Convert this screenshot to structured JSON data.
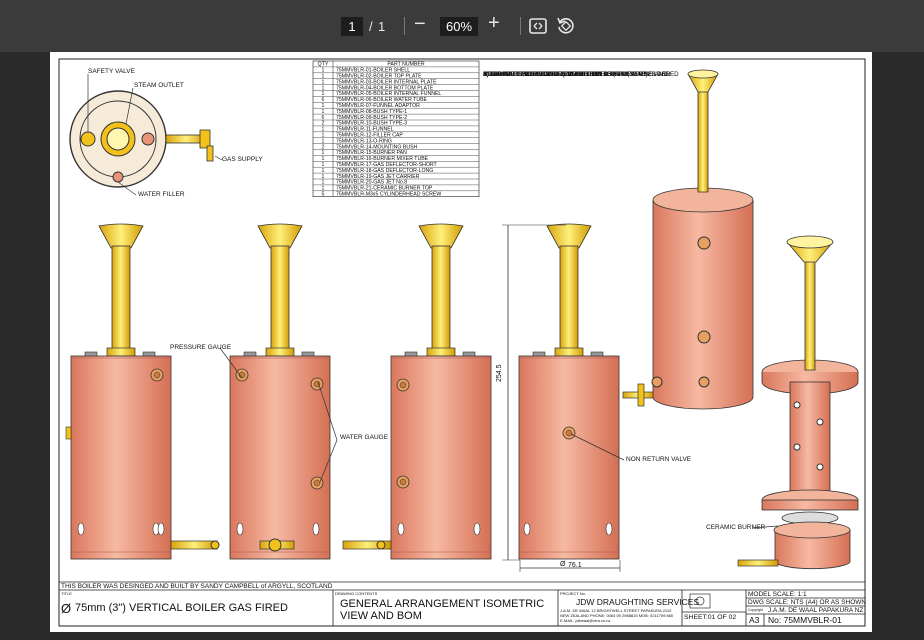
{
  "toolbar": {
    "page_current": "1",
    "page_sep": "/",
    "page_total": "1",
    "zoom_out_label": "−",
    "zoom_value": "60%",
    "zoom_in_label": "+",
    "fit_icon": "fit-page-icon",
    "rotate_icon": "rotate-icon"
  },
  "drawing": {
    "bom_headers": [
      "QTY",
      "PART NUMBER"
    ],
    "bom_rows": [
      [
        "1",
        "75MMVBLR-01-BOILER SHELL"
      ],
      [
        "1",
        "75MMVBLR-02-BOILER TOP PLATE"
      ],
      [
        "1",
        "75MMVBLR-03-BOILER INTERNAL PLATE"
      ],
      [
        "1",
        "75MMVBLR-04-BOILER BOTTOM PLATE"
      ],
      [
        "1",
        "75MMVBLR-05-BOILER INTERNAL FUNNEL"
      ],
      [
        "6",
        "75MMVBLR-06-BOILER WATER TUBE"
      ],
      [
        "1",
        "75MMVBLR-07-FUNNEL ADAPTOR"
      ],
      [
        "1",
        "75MMVBLR-08-BUSH TYPE-1"
      ],
      [
        "6",
        "75MMVBLR-09-BUSH TYPE-2"
      ],
      [
        "2",
        "75MMVBLR-10-BUSH TYPE-3"
      ],
      [
        "1",
        "75MMVBLR-11-FUNNEL"
      ],
      [
        "1",
        "75MMVBLR-12-FILLER CAP"
      ],
      [
        "1",
        "75MMVBLR-13-O-RING"
      ],
      [
        "2",
        "75MMVBLR-14-MOUNTING BUSH"
      ],
      [
        "1",
        "75MMVBLR-15-BURNER PAN"
      ],
      [
        "1",
        "75MMVBLR-16-BURNER MIXER TUBE"
      ],
      [
        "1",
        "75MMVBLR-17-GAS DEFLECTOR-SHORT"
      ],
      [
        "1",
        "75MMVBLR-18-GAS DEFLECTOR-LONG"
      ],
      [
        "1",
        "75MMVBLR-19-GAS JET CARRIER"
      ],
      [
        "1",
        "75MMVBLR-20-GAS JET No.8"
      ],
      [
        "1",
        "75MMVBLR-21-CERAMIC BURNER TOP"
      ],
      [
        "5",
        "75MMVBLR-M3x5 CYLINDERHEAD SCREW"
      ]
    ],
    "notes": [
      "NOTE:",
      "1) ALL PARTS WHICH ARE SUBJECT TO HIGH PRESSURES AND",
      "HIGH HEAT SHOULD BE HARD SOLDERED OR SILVER SOLDERED",
      "2) MAXIMUM WORKING PRESSURE 60PSIG (4BAR",
      "3) TYPICAL USED WORKING PRESSURE 45PSIG (3BAR)",
      "4) CONSULT YOUR LOCAL STEAM BOILER REGULATIONS AND",
      "STEAM BOILER TESTS REQUIREMENTS"
    ],
    "callouts": {
      "safety_valve": "SAFETY VALVE",
      "steam_outlet": "STEAM OUTLET",
      "gas_supply": "GAS SUPPLY",
      "water_filler": "WATER FILLER",
      "pressure_gauge": "PRESSURE GAUGE",
      "water_gauge": "WATER GAUGE",
      "non_return_valve": "NON RETURN VALVE",
      "ceramic_burner": "CERAMIC BURNER"
    },
    "dimensions": {
      "height": "254.5",
      "diameter": "76.1",
      "diameter_symbol": "Ø"
    },
    "title_block": {
      "credit": "THIS BOILER WAS DESINGED AND BUILT BY SANDY CAMPBELL of ARGYLL, SCOTLAND",
      "title_label": "TITLE",
      "title": "75mm (3\") VERTICAL BOILER GAS FIRED",
      "title_symbol": "Ø",
      "contents_label": "DRAWING CONTENTS",
      "contents_line1": "GENERAL ARRANGEMENT ISOMETRIC",
      "contents_line2": "VIEW AND BOM",
      "project_label": "PROJECT No.",
      "company": "JDW DRAUGHTING SERVICES",
      "address1": "J.A.M. DE WAAL 12 BRIGHTWELL STREET PAPAKURA 2110",
      "address2": "NEW ZEALAND PHONE: 0064 09 2988815 MOB: 0211759 880",
      "address3": "E-MAIL: jdewaal@xtra.co.nz",
      "model_scale": "MODEL SCALE: 1:1",
      "dwg_scale": "DWG SCALE: NTS (A4) OR AS SHOWN",
      "copyright": "J.A.M. DE WAAL PAPAKURA NZ",
      "copyright_label": "Copyright",
      "sheet": "SHEET:01 OF 02",
      "size": "A3",
      "drawing_no": "No: 75MMVBLR-01"
    }
  },
  "colors": {
    "copper": "#e8947a",
    "brass": "#f2c21a",
    "toolbar": "#3b3b3b",
    "background": "#2b2b2b"
  }
}
